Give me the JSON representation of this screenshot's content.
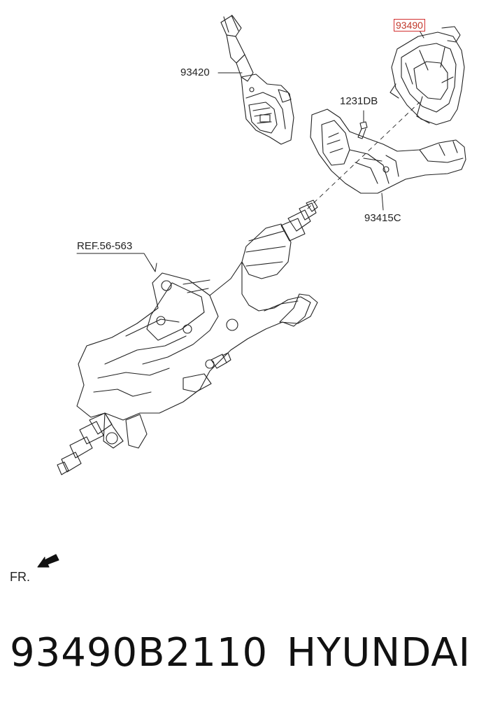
{
  "diagram": {
    "labels": {
      "part_93490": "93490",
      "part_93420": "93420",
      "part_1231DB": "1231DB",
      "part_93415C": "93415C",
      "ref": "REF.56-563",
      "front": "FR."
    },
    "highlight_color": "#d32f2f"
  },
  "footer": {
    "part_number": "93490B2110",
    "brand": "HYUNDAI"
  }
}
